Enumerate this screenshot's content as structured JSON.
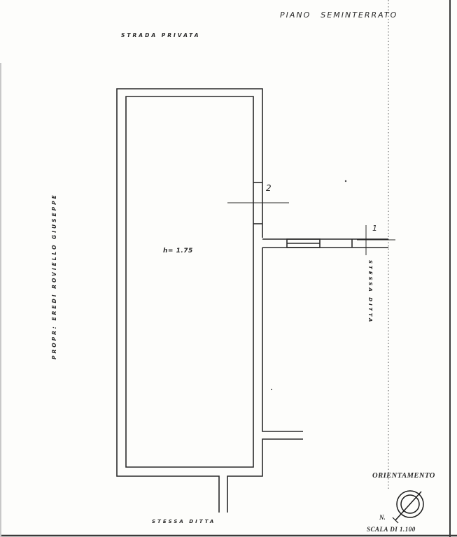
{
  "drawing": {
    "title_part1": "PIANO",
    "title_part2": "SEMINTERRATO",
    "street_top": "STRADA PRIVATA",
    "property_left": "PROPR: EREDI ROVIELLO GIUSEPPE",
    "room_height": "h= 1.75",
    "adjacent_right": "STESSA DITTA",
    "adjacent_bottom": "STESSA DITTA",
    "section_marker_1": "1",
    "section_marker_2": "2",
    "orientation_label": "ORIENTAMENTO",
    "north_label": "N.",
    "scale_label": "SCALA DI 1.100"
  },
  "colors": {
    "paper": "#fdfdfb",
    "ink": "#2a2a2a",
    "frame": "#3a3a3a"
  }
}
